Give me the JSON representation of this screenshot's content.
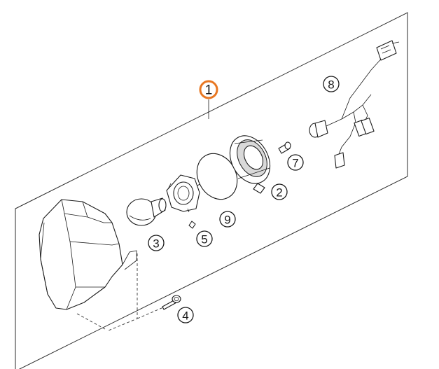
{
  "colors": {
    "highlight_ring": "#e87722",
    "line": "#1a1a1a",
    "background": "#ffffff"
  },
  "callouts": [
    {
      "id": "1",
      "label": "1",
      "highlighted": true
    },
    {
      "id": "2",
      "label": "2",
      "highlighted": false
    },
    {
      "id": "3",
      "label": "3",
      "highlighted": false
    },
    {
      "id": "4",
      "label": "4",
      "highlighted": false
    },
    {
      "id": "5",
      "label": "5",
      "highlighted": false
    },
    {
      "id": "7",
      "label": "7",
      "highlighted": false
    },
    {
      "id": "8",
      "label": "8",
      "highlighted": false
    },
    {
      "id": "9",
      "label": "9",
      "highlighted": false
    }
  ]
}
